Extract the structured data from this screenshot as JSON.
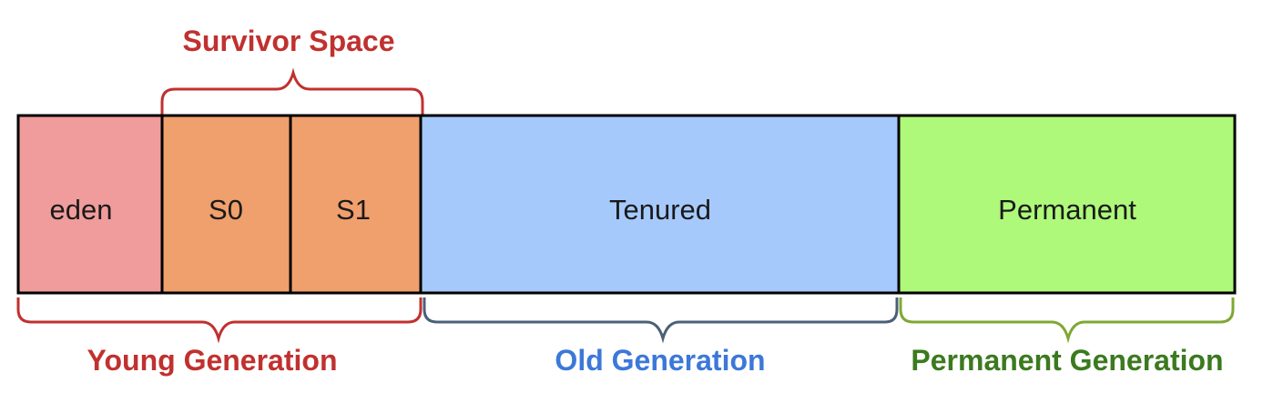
{
  "segments": [
    {
      "id": "eden",
      "label": "eden",
      "color": "#f09c9c"
    },
    {
      "id": "s0",
      "label": "S0",
      "color": "#f0a06c"
    },
    {
      "id": "s1",
      "label": "S1",
      "color": "#f0a06c"
    },
    {
      "id": "tenured",
      "label": "Tenured",
      "color": "#a6c9fc"
    },
    {
      "id": "permanent",
      "label": "Permanent",
      "color": "#aef87a"
    }
  ],
  "groups": {
    "survivor": {
      "label": "Survivor Space",
      "color": "#c0312f"
    },
    "young": {
      "label": "Young Generation",
      "color": "#c0312f"
    },
    "old": {
      "label": "Old Generation",
      "color": "#3c78d8",
      "brace_color": "#4a6078"
    },
    "permanent": {
      "label": "Permanent Generation",
      "color": "#3b7a1f",
      "brace_color": "#7fa832"
    }
  }
}
